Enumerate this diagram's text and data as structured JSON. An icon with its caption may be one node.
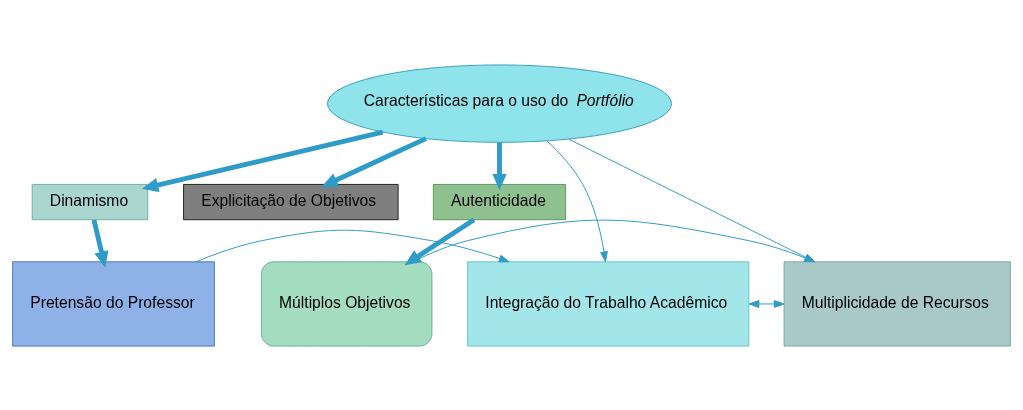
{
  "diagram": {
    "nodes": [
      {
        "text": [
          "Características para o uso do *Portfólio*"
        ]
      },
      {
        "text": [
          "Dinamismo"
        ]
      },
      {
        "text": [
          "Explicitação de Objetivos"
        ]
      },
      {
        "text": [
          "Autenticidade"
        ]
      },
      {
        "text": [
          "Pretensão do Professor"
        ]
      },
      {
        "text": [
          "Integração do Trabalho Acadêmico"
        ]
      },
      {
        "text": [
          "Multiplicidade de Recursos"
        ]
      },
      {
        "text": [
          "Múltiplos Objetivos"
        ]
      }
    ],
    "edges": [
      {
        "from": 0,
        "to": 1,
        "arrow": "to",
        "style": "thick"
      },
      {
        "from": 0,
        "to": 2,
        "arrow": "to",
        "style": "thick"
      },
      {
        "from": 0,
        "to": 3,
        "arrow": "to",
        "style": "thick"
      },
      {
        "from": 1,
        "to": 4,
        "arrow": "to",
        "style": "thick"
      },
      {
        "from": 3,
        "to": 7,
        "arrow": "to",
        "style": "thick"
      },
      {
        "from": 0,
        "to": 5,
        "arrow": "to"
      },
      {
        "from": 0,
        "to": 6,
        "arrow": "to"
      },
      {
        "from": 4,
        "to": 5,
        "arrow": "to"
      },
      {
        "from": 5,
        "to": 6,
        "arrow": "both"
      },
      {
        "from": 7,
        "to": 6,
        "arrow": "to"
      }
    ]
  }
}
